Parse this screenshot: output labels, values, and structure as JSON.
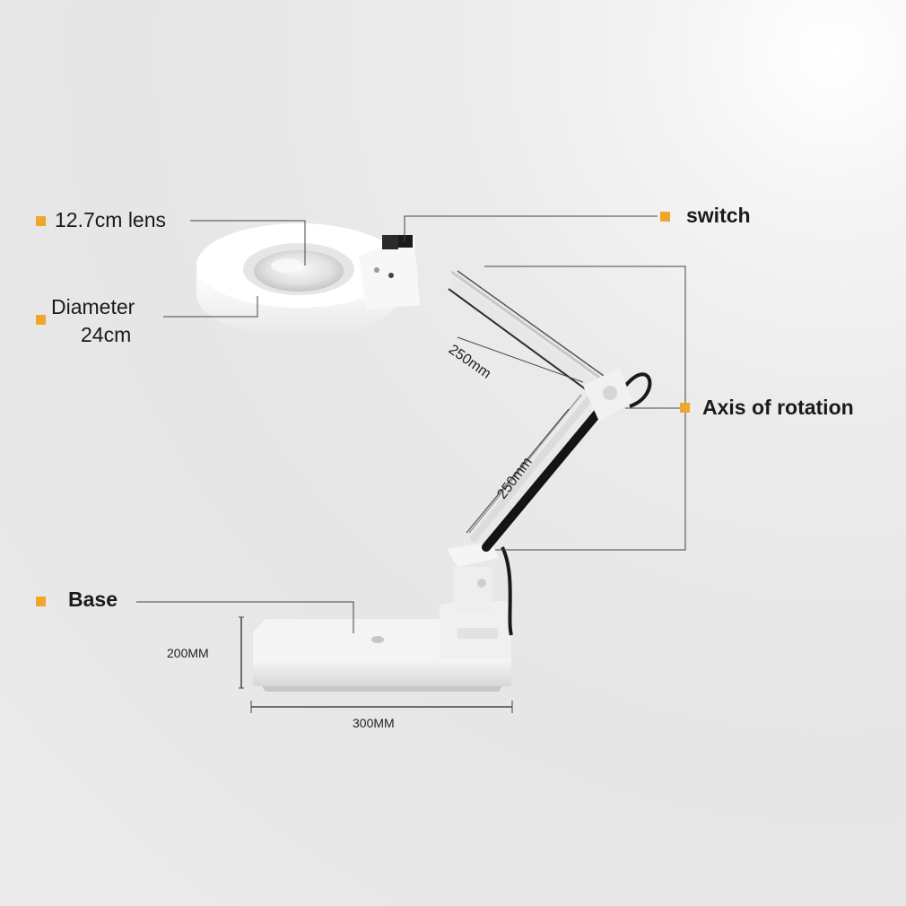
{
  "accent_color": "#f2a52b",
  "labels": {
    "lens": "12.7cm lens",
    "switch": "switch",
    "diameter_line1": "Diameter",
    "diameter_line2": "24cm",
    "arm_upper": "250mm",
    "arm_lower": "250mm",
    "axis": "Axis of rotation",
    "base": "Base",
    "base_height": "200MM",
    "base_width": "300MM"
  }
}
